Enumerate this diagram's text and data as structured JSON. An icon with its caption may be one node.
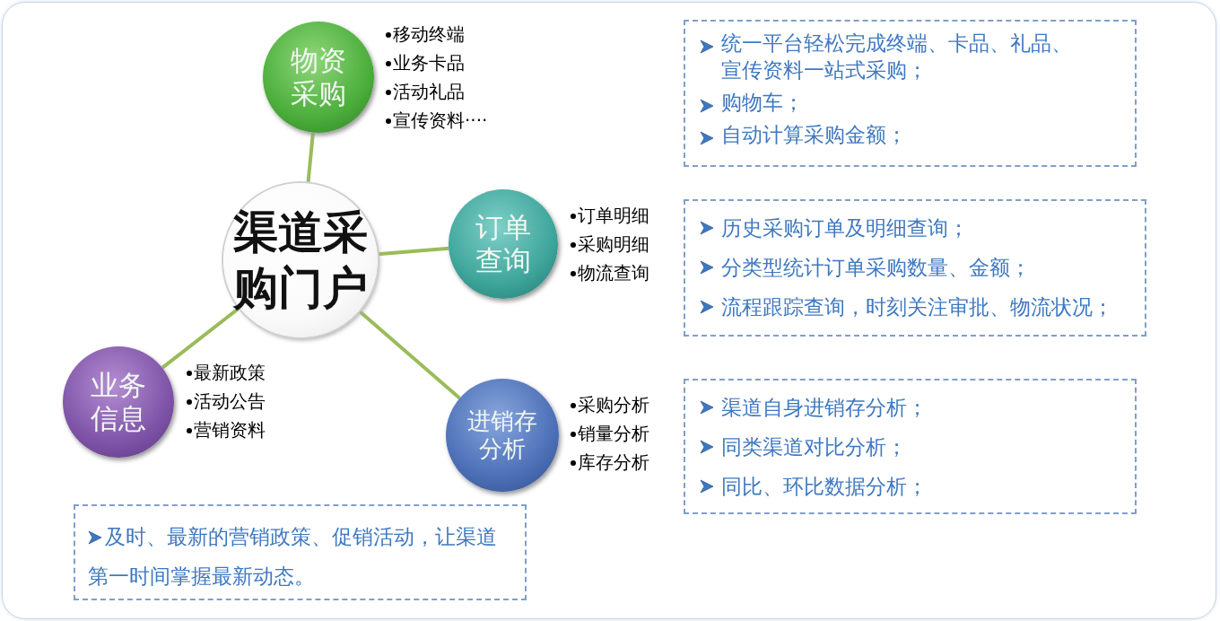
{
  "diagram": {
    "nodes": [
      {
        "text": [
          "渠道采购门户"
        ]
      },
      {
        "text": [
          "物资采购"
        ],
        "beside": [
          "移动终端",
          "业务卡品",
          "活动礼品",
          "宣传资料····"
        ]
      },
      {
        "text": [
          "订单查询"
        ],
        "beside": [
          "订单明细",
          "采购明细",
          "物流查询"
        ]
      },
      {
        "text": [
          "进销存分析"
        ],
        "beside": [
          "采购分析",
          "销量分析",
          "库存分析"
        ]
      },
      {
        "text": [
          "业务信息"
        ],
        "beside": [
          "最新政策",
          "活动公告",
          "营销资料"
        ]
      },
      {
        "text": [
          "统一平台轻松完成终端、卡品、礼品、宣传资料一站式采购；",
          "购物车；",
          "自动计算采购金额；"
        ]
      },
      {
        "text": [
          "历史采购订单及明细查询；",
          "分类型统计订单采购数量、金额；",
          "流程跟踪查询，时刻关注审批、物流状况；"
        ]
      },
      {
        "text": [
          "渠道自身进销存分析；",
          "同类渠道对比分析；",
          "同比、环比数据分析；"
        ]
      },
      {
        "text": [
          "及时、最新的营销政策、促销活动，让渠道第一时间掌握最新动态。"
        ]
      }
    ],
    "edges": [
      {
        "from": 0,
        "to": 1,
        "arrow": "none",
        "color": "#9bbb59"
      },
      {
        "from": 0,
        "to": 2,
        "arrow": "none",
        "color": "#9bbb59"
      },
      {
        "from": 0,
        "to": 3,
        "arrow": "none",
        "color": "#9bbb59"
      },
      {
        "from": 0,
        "to": 4,
        "arrow": "none",
        "color": "#9bbb59"
      }
    ]
  }
}
